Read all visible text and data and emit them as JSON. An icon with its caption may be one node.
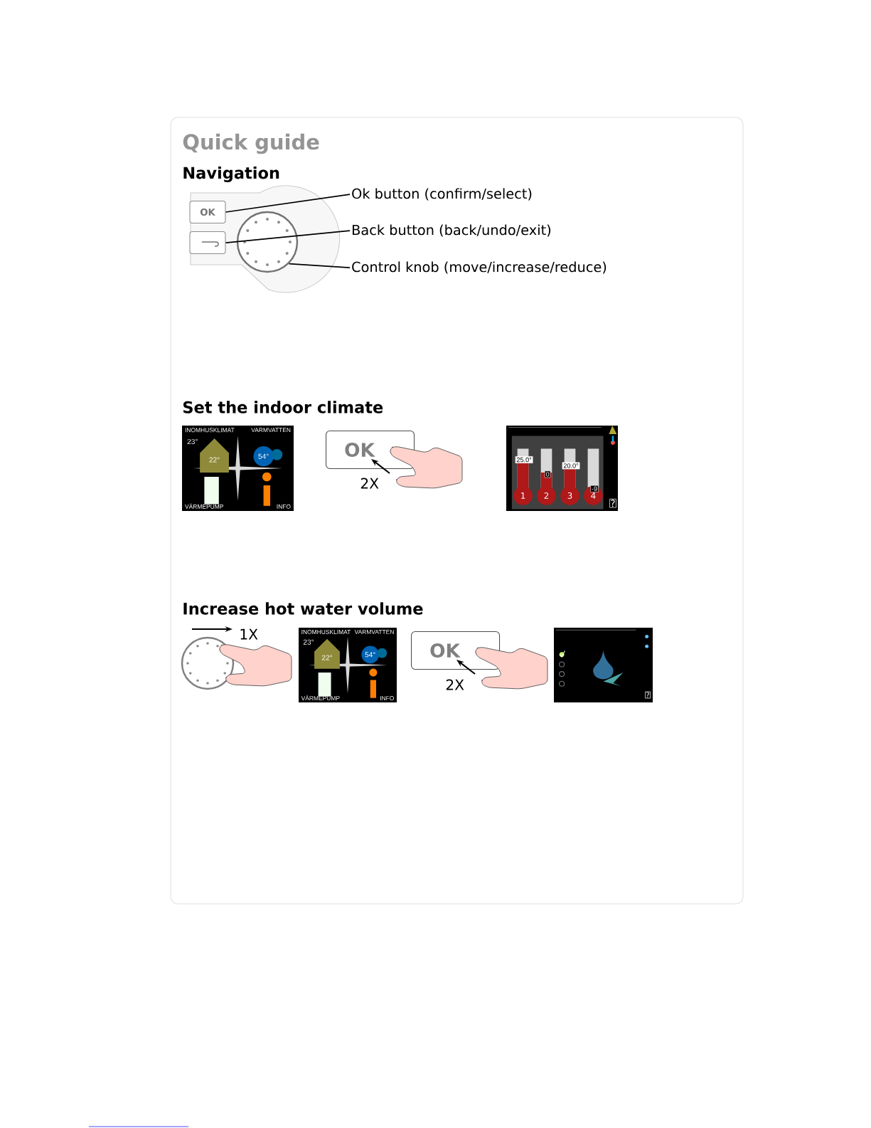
{
  "diagram": {
    "title": "Quick guide",
    "nodes": [
      {
        "text": [
          "Ok button (confirm/select)"
        ]
      },
      {
        "text": [
          "Back button (back/undo/exit)"
        ]
      },
      {
        "text": [
          "Control knob (move/increase/reduce)"
        ]
      },
      {
        "text": [
          "OK"
        ]
      },
      {
        "text": [],
        "shape": "box"
      },
      {
        "text": [],
        "shape": "circle"
      },
      {
        "text": [
          "INOMHUSKLIMAT",
          "VARMVATTEN",
          "23°",
          "22°",
          "54°",
          "VÄRMEPUMP",
          "INFO"
        ]
      },
      {
        "text": [
          "OK"
        ],
        "beside": [
          "2X"
        ]
      },
      {
        "text": [
          "25.0°",
          "0",
          "20.0°",
          "-9",
          "1",
          "2",
          "3",
          "4",
          "?"
        ]
      },
      {
        "text": [
          "INOMHUSKLIMAT",
          "VARMVATTEN",
          "23°",
          "22°",
          "54°",
          "VÄRMEPUMP",
          "INFO"
        ]
      },
      {
        "text": [
          "OK"
        ],
        "beside": [
          "2X"
        ]
      },
      {
        "text": [
          "?"
        ]
      }
    ],
    "edges": [
      {
        "from": 0,
        "to": 3,
        "arrow": "none"
      },
      {
        "from": 1,
        "to": 4,
        "arrow": "none"
      },
      {
        "from": 2,
        "to": 5,
        "arrow": "none"
      }
    ],
    "labels": [
      "Navigation",
      "Set the indoor climate",
      "Increase hot water volume",
      "1X"
    ]
  }
}
